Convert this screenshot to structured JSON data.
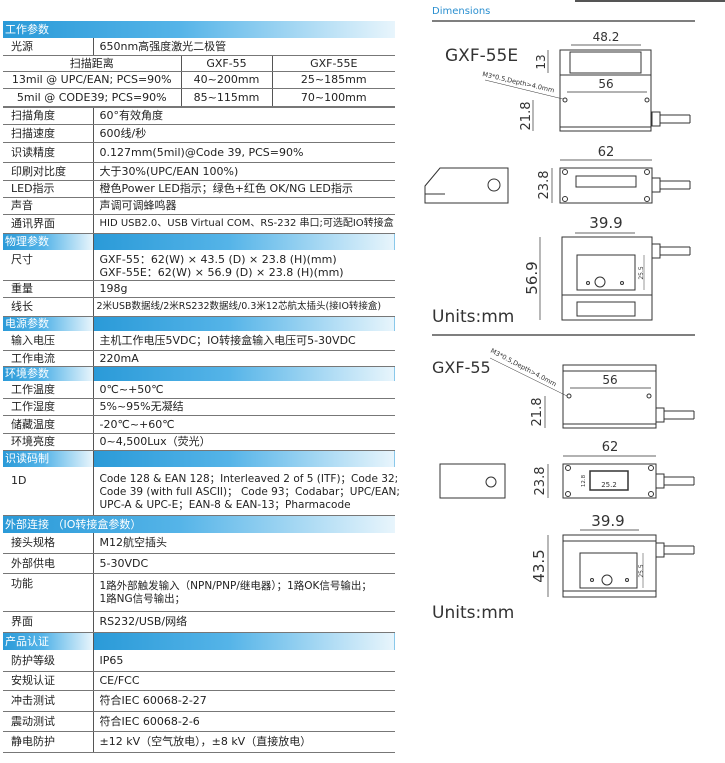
{
  "sections": [
    {
      "title": "工作参数"
    },
    {
      "title": "物理参数"
    },
    {
      "title": "电源参数"
    },
    {
      "title": "环境参数"
    },
    {
      "title": "识读码制"
    },
    {
      "title": "外部连接 （IO转接盒参数）"
    },
    {
      "title": "产品认证"
    }
  ],
  "work": {
    "light_source": {
      "label": "光源",
      "value": "650nm高强度激光二极管"
    },
    "scan_distance": {
      "label": "扫描距离",
      "col1": "GXF-55",
      "col2": "GXF-55E",
      "rows": [
        {
          "label": "13mil @ UPC/EAN; PCS=90%",
          "v1": "40~200mm",
          "v2": "25~185mm"
        },
        {
          "label": "5mil  @ CODE39; PCS=90%",
          "v1": "85~115mm",
          "v2": "70~100mm"
        }
      ]
    },
    "rows": [
      {
        "label": "扫描角度",
        "value": "60°有效角度"
      },
      {
        "label": "扫描速度",
        "value": "600线/秒"
      },
      {
        "label": "识读精度",
        "value": "0.127mm(5mil)@Code 39, PCS=90%"
      },
      {
        "label": "印刷对比度",
        "value": "大于30%(UPC/EAN 100%)"
      },
      {
        "label": "LED指示",
        "value": "橙色Power LED指示；绿色+红色 OK/NG LED指示"
      },
      {
        "label": "声音",
        "value": "声调可调蜂鸣器"
      },
      {
        "label": "通讯界面",
        "value": "HID USB2.0、USB Virtual COM、RS-232 串口;可选配IO转接盒"
      }
    ]
  },
  "physical": {
    "size": {
      "label": "尺寸",
      "line1": "GXF-55：62(W) × 43.5 (D) × 23.8 (H)(mm)",
      "line2": "GXF-55E：62(W) × 56.9 (D) × 23.8 (H)(mm)"
    },
    "weight": {
      "label": "重量",
      "value": "198g"
    },
    "cable": {
      "label": "线长",
      "value": "2米USB数据线/2米RS232数据线/0.3米12芯航太插头(接IO转接盒)"
    }
  },
  "power": [
    {
      "label": "输入电压",
      "value": "主机工作电压5VDC；IO转接盒输入电压可5-30VDC"
    },
    {
      "label": "工作电流",
      "value": "220mA"
    }
  ],
  "environment": [
    {
      "label": "工作温度",
      "value": "0℃~+50℃"
    },
    {
      "label": "工作湿度",
      "value": "5%~95%无凝结"
    },
    {
      "label": "储藏温度",
      "value": "-20℃~+60℃"
    },
    {
      "label": "环境亮度",
      "value": "0~4,500Lux（荧光）"
    }
  ],
  "symbology": {
    "label": "1D",
    "line1": "Code 128 & EAN 128；Interleaved 2 of 5 (ITF)；Code 32;",
    "line2": "Code 39 (with full ASCII)； Code 93；Codabar；UPC/EAN;",
    "line3": "UPC-A & UPC-E；EAN-8 & EAN-13；Pharmacode"
  },
  "external": {
    "rows": [
      {
        "label": "接头规格",
        "value": "M12航空插头"
      },
      {
        "label": "外部供电",
        "value": "5-30VDC"
      }
    ],
    "function": {
      "label": "功能",
      "line1": "1路外部触发输入（NPN/PNP/继电器）；1路OK信号输出；",
      "line2": "1路NG信号输出；"
    },
    "interface": {
      "label": "界面",
      "value": "RS232/USB/网络"
    }
  },
  "certification": [
    {
      "label": "防护等级",
      "value": "IP65"
    },
    {
      "label": "安规认证",
      "value": "CE/FCC"
    },
    {
      "label": "冲击测试",
      "value": "符合IEC 60068-2-27"
    },
    {
      "label": "震动测试",
      "value": "符合IEC 60068-2-6"
    },
    {
      "label": "静电防护",
      "value": "±12 kV（空气放电），±8 kV（直接放电）"
    }
  ],
  "dimensions": {
    "title": "Dimensions",
    "accent": "#2a8fd0",
    "gxf55e": {
      "model": "GXF-55E",
      "w_top": "48.2",
      "h_top": "13",
      "hole": "M3*0.5,Depth>4.0mm",
      "hole_span": "56",
      "height1": "21.8",
      "width": "62",
      "height2": "23.8",
      "bottom_w": "39.9",
      "depth": "56.9",
      "small": "25.5",
      "units": "Units:mm"
    },
    "gxf55": {
      "model": "GXF-55",
      "hole": "M3*0.5,Depth>4.0mm",
      "hole_span": "56",
      "height1": "21.8",
      "width": "62",
      "height2": "23.8",
      "win_h": "12.8",
      "win_w": "25.2",
      "bottom_w": "39.9",
      "depth": "43.5",
      "small": "25.5",
      "units": "Units:mm"
    }
  }
}
